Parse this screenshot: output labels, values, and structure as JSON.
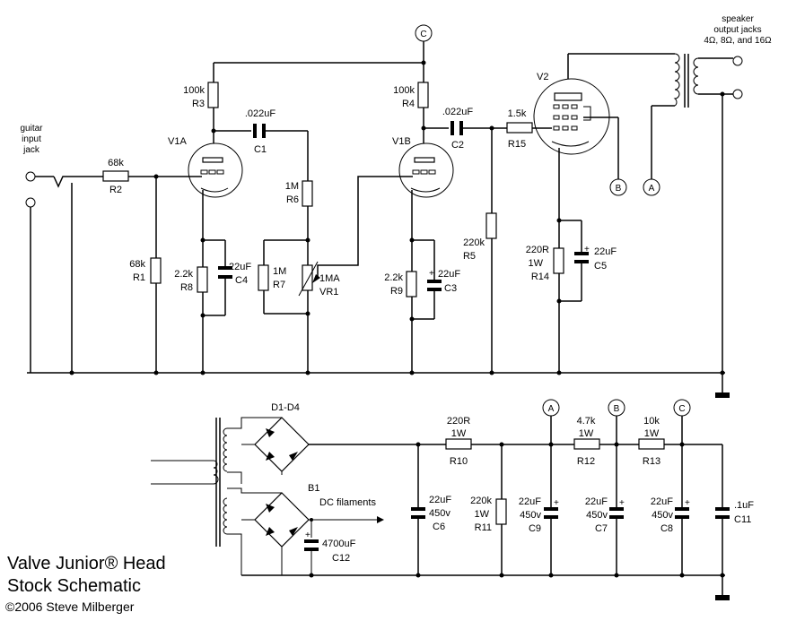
{
  "labels": {
    "node_c_top": "C",
    "node_a": "A",
    "node_b": "B",
    "node_c": "C",
    "speaker_l1": "speaker",
    "speaker_l2": "output jacks",
    "speaker_l3": "4Ω, 8Ω, and 16Ω",
    "guitar_l1": "guitar",
    "guitar_l2": "input",
    "guitar_l3": "jack",
    "v1a": "V1A",
    "v1b": "V1B",
    "v2": "V2",
    "r1_v": "68k",
    "r1_n": "R1",
    "r2_v": "68k",
    "r2_n": "R2",
    "r3_v": "100k",
    "r3_n": "R3",
    "r4_v": "100k",
    "r4_n": "R4",
    "r5_v": "220k",
    "r5_n": "R5",
    "r6_v": "1M",
    "r6_n": "R6",
    "r7_v": "1M",
    "r7_n": "R7",
    "r8_v": "2.2k",
    "r8_n": "R8",
    "r9_v": "2.2k",
    "r9_n": "R9",
    "r14_v": "220R",
    "r14_w": "1W",
    "r14_n": "R14",
    "r15_v": "1.5k",
    "r15_n": "R15",
    "vr1_v": "1MA",
    "vr1_n": "VR1",
    "c1_v": ".022uF",
    "c1_n": "C1",
    "c2_v": ".022uF",
    "c2_n": "C2",
    "c3_v": "22uF",
    "c3_n": "C3",
    "c4_v": "22uF",
    "c4_n": "C4",
    "c5_v": "22uF",
    "c5_n": "C5",
    "d1d4": "D1-D4",
    "b1": "B1",
    "dc_fil": "DC filaments",
    "c12_v": "4700uF",
    "c12_n": "C12",
    "r10_v": "220R",
    "r10_w": "1W",
    "r10_n": "R10",
    "r11_v": "220k",
    "r11_w": "1W",
    "r11_n": "R11",
    "r12_v": "4.7k",
    "r12_w": "1W",
    "r12_n": "R12",
    "r13_v": "10k",
    "r13_w": "1W",
    "r13_n": "R13",
    "c6_v": "22uF",
    "c6_v2": "450v",
    "c6_n": "C6",
    "c9_v": "22uF",
    "c9_v2": "450v",
    "c9_n": "C9",
    "c7_v": "22uF",
    "c7_v2": "450v",
    "c7_n": "C7",
    "c8_v": "22uF",
    "c8_v2": "450v",
    "c8_n": "C8",
    "c11_v": ".1uF",
    "c11_n": "C11",
    "plus": "+"
  },
  "footer": {
    "title_l1": "Valve Junior® Head",
    "title_l2": "Stock Schematic",
    "copyright": "©2006 Steve Milberger"
  }
}
